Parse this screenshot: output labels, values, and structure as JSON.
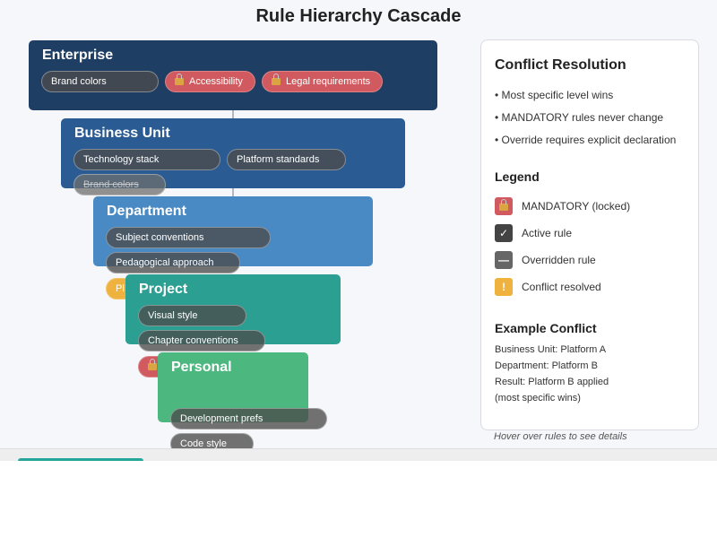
{
  "title": "Rule Hierarchy Cascade",
  "colors": {
    "enterprise": "#1f3e64",
    "business_unit": "#2a5b92",
    "department": "#4a8ac4",
    "project": "#2a9f92",
    "personal": "#4cb880",
    "mandatory": "#d05a5f",
    "conflict": "#f0b23e"
  },
  "levels": {
    "enterprise": {
      "name": "Enterprise",
      "rules": [
        "Brand colors",
        "Accessibility",
        "Legal requirements"
      ]
    },
    "business_unit": {
      "name": "Business Unit",
      "rules": [
        "Technology stack",
        "Platform standards",
        "Brand colors"
      ]
    },
    "department": {
      "name": "Department",
      "rules": [
        "Subject conventions",
        "Pedagogical approach",
        "Pl"
      ]
    },
    "project": {
      "name": "Project",
      "rules": [
        "Visual style",
        "Chapter conventions"
      ]
    },
    "personal": {
      "name": "Personal",
      "rules": [
        "Development prefs",
        "Code style"
      ]
    }
  },
  "panel": {
    "conflict_title": "Conflict Resolution",
    "bullets": [
      "• Most specific level wins",
      "• MANDATORY rules never change",
      "• Override requires explicit declaration"
    ],
    "legend_title": "Legend",
    "legend": [
      {
        "icon": "lock-icon",
        "symbol": "",
        "label": "MANDATORY (locked)"
      },
      {
        "icon": "check-icon",
        "symbol": "✓",
        "label": "Active rule"
      },
      {
        "icon": "dash-icon",
        "symbol": "—",
        "label": "Overridden rule"
      },
      {
        "icon": "warning-icon",
        "symbol": "!",
        "label": "Conflict resolved"
      }
    ],
    "example_title": "Example Conflict",
    "example_lines": [
      "Business Unit: Platform A",
      "Department: Platform B",
      "Result: Platform B applied",
      "(most specific wins)"
    ]
  },
  "hints": [
    "Hover over rules to see details"
  ]
}
